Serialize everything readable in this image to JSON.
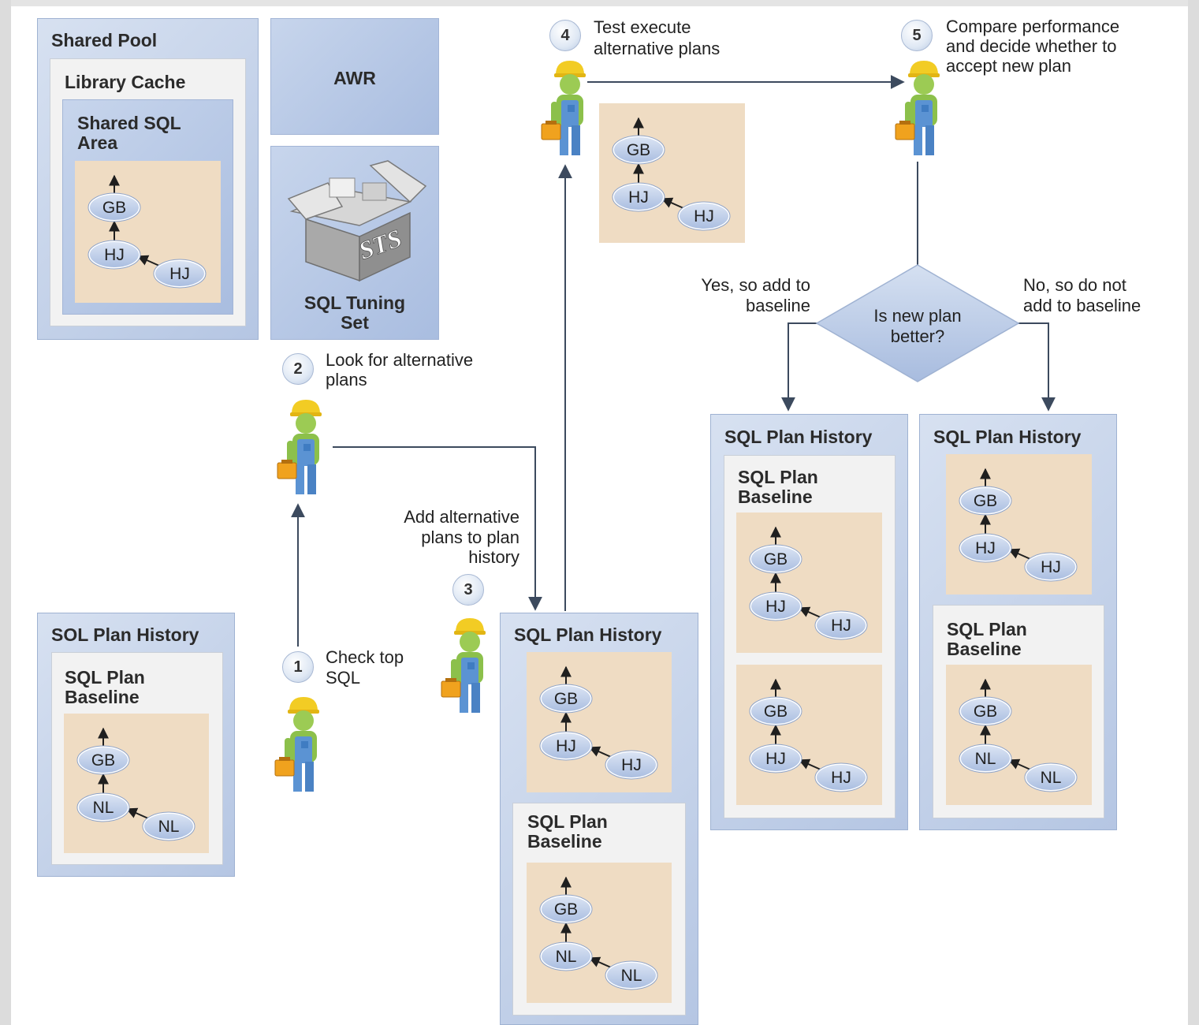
{
  "steps": {
    "s1": {
      "num": "1",
      "line1": "Check top",
      "line2": "SQL"
    },
    "s2": {
      "num": "2",
      "line1": "Look for alternative",
      "line2": "plans"
    },
    "s3": {
      "num": "3",
      "line1": "Add alternative",
      "line2": "plans to plan",
      "line3": "history"
    },
    "s4": {
      "num": "4",
      "line1": "Test execute",
      "line2": "alternative plans"
    },
    "s5": {
      "num": "5",
      "line1": "Compare performance",
      "line2": "and decide whether to",
      "line3": "accept new plan"
    }
  },
  "shared_pool": {
    "title": "Shared Pool",
    "library_cache": "Library Cache",
    "sql_area_line1": "Shared SQL",
    "sql_area_line2": "Area"
  },
  "awr": {
    "title": "AWR"
  },
  "sts": {
    "box_text": "STS",
    "line1": "SQL Tuning",
    "line2": "Set"
  },
  "decision": {
    "line1": "Is new plan",
    "line2": "better?",
    "yes_line1": "Yes, so add to",
    "yes_line2": "baseline",
    "no_line1": "No, so do not",
    "no_line2": "add to baseline"
  },
  "history_title": "SQL Plan History",
  "history_title_variant": "SOL Plan History",
  "baseline_line1": "SQL Plan",
  "baseline_line2": "Baseline",
  "nodes": {
    "gb": "GB",
    "hj": "HJ",
    "nl": "NL"
  },
  "colors": {
    "panel_blue": "#b5c6e3",
    "plan_tan": "#efdcc3",
    "node_fill": "#bccbe6",
    "arrow": "#3c4a5e",
    "worker_body": "#8cc04b",
    "worker_pants": "#5b93d3",
    "worker_hat": "#f2cc24",
    "toolbox": "#f0a21e"
  }
}
